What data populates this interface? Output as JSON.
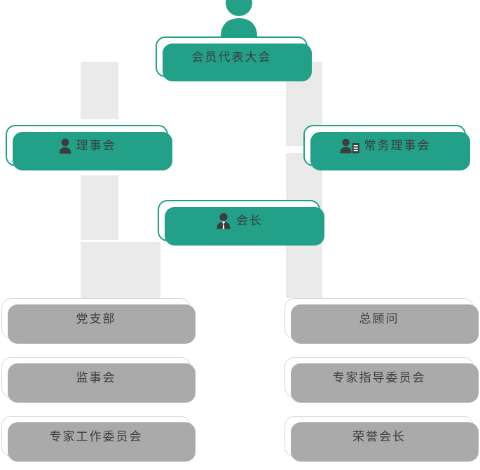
{
  "chart": {
    "title": "",
    "type": "org-chart",
    "accent_color": "#23a188",
    "secondary_color": "#aaaaaa",
    "rail_color": "#eaeaea",
    "text_color": "#3c3c3c",
    "background": "#ffffff"
  },
  "nodes": {
    "assembly": {
      "label": "会员代表大会",
      "style": "teal",
      "icon": "person-icon",
      "icon_position": "above"
    },
    "council": {
      "label": "理事会",
      "style": "teal",
      "icon": "person-icon",
      "icon_position": "inline"
    },
    "standing_council": {
      "label": "常务理事会",
      "style": "teal",
      "icon": "person-document-icon",
      "icon_position": "inline"
    },
    "president": {
      "label": "会长",
      "style": "teal",
      "icon": "person-suit-icon",
      "icon_position": "inline"
    }
  },
  "left_column": [
    {
      "label": "党支部",
      "style": "gray"
    },
    {
      "label": "监事会",
      "style": "gray"
    },
    {
      "label": "专家工作委员会",
      "style": "gray"
    }
  ],
  "right_column": [
    {
      "label": "总顾问",
      "style": "gray"
    },
    {
      "label": "专家指导委员会",
      "style": "gray"
    },
    {
      "label": "荣誉会长",
      "style": "gray"
    }
  ]
}
